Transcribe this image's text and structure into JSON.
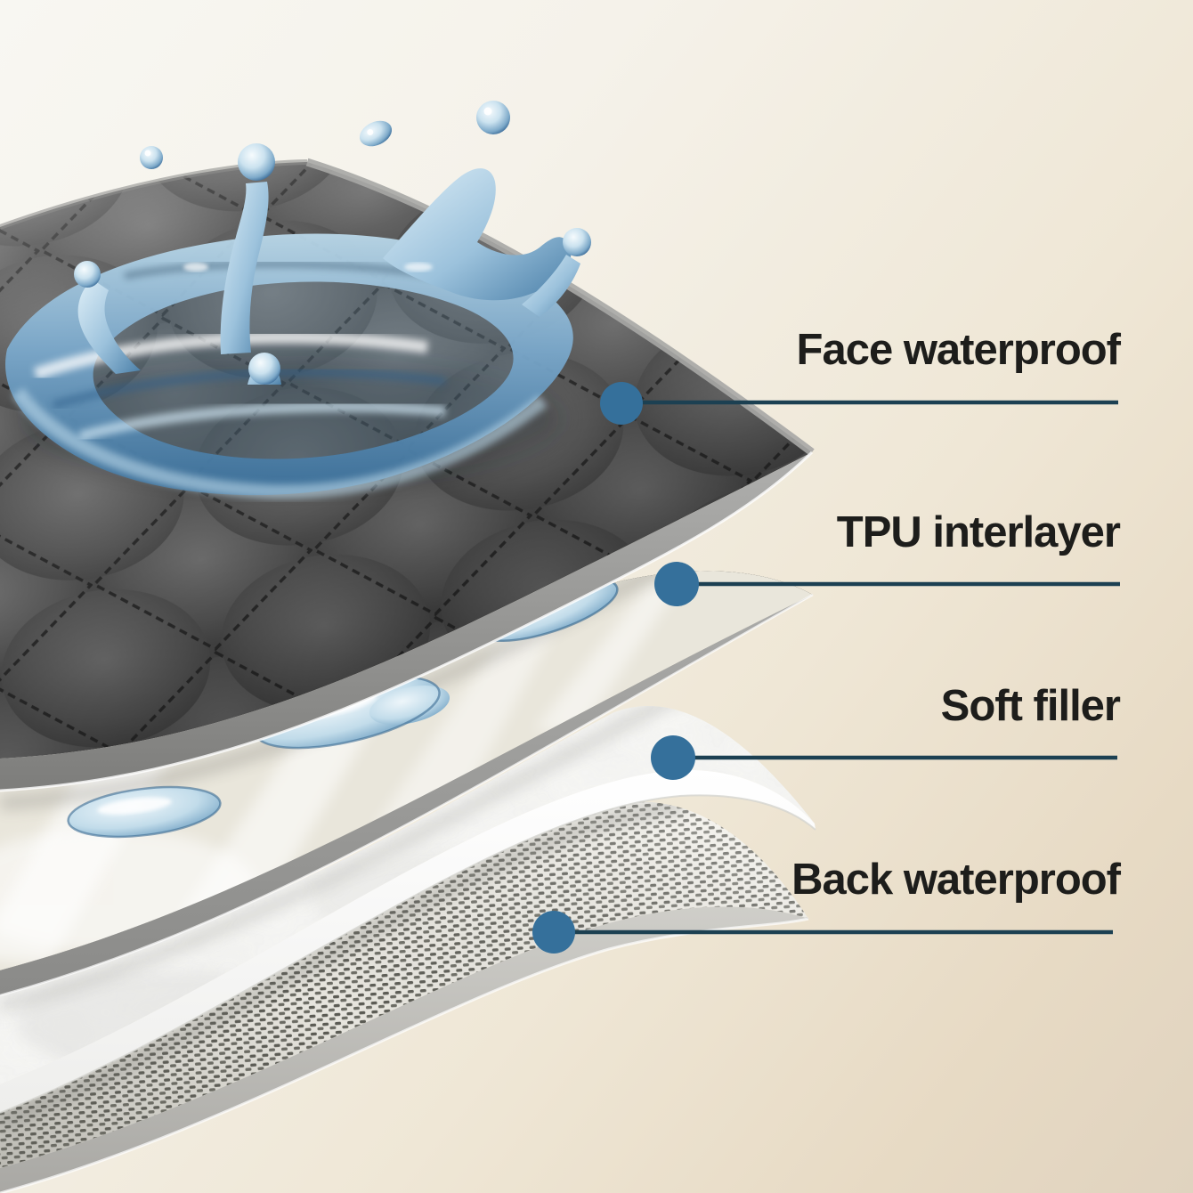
{
  "diagram": {
    "kind": "layered-fabric-callout",
    "layer_count": 4
  },
  "callouts": [
    {
      "id": "face-waterproof",
      "label": "Face waterproof"
    },
    {
      "id": "tpu-interlayer",
      "label": "TPU interlayer"
    },
    {
      "id": "soft-filler",
      "label": "Soft filler"
    },
    {
      "id": "back-waterproof",
      "label": "Back waterproof"
    }
  ],
  "icons": {
    "callout_marker": "filled-circle",
    "splash": "water-splash-crown",
    "droplet": "water-droplet",
    "puddle": "water-puddle"
  },
  "colors": {
    "background_top": "#f8f7f2",
    "background_bottom": "#e0d3bf",
    "label_text": "#1d1d1b",
    "leader_line": "#1c4052",
    "marker_dot": "#35709b",
    "fabric_dark": "#4f4f4f",
    "tpu_white": "#efede6",
    "filler_white": "#f7f7f5",
    "mesh_light": "#eceae2",
    "water_blue": "#5d93bb"
  }
}
